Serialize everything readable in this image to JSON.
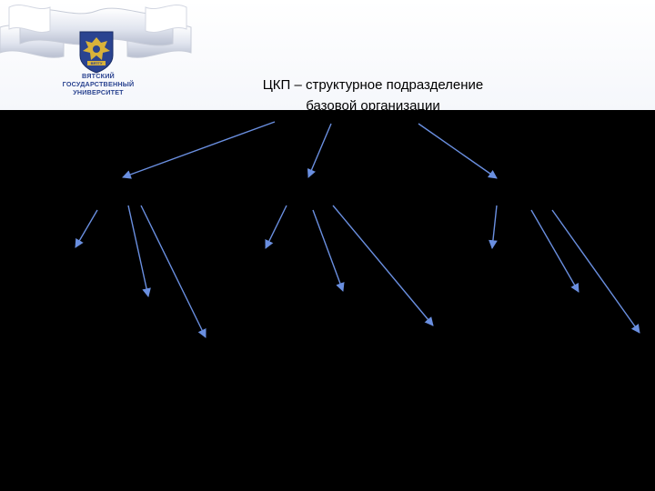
{
  "header": {
    "university_name_lines": [
      "ВЯТСКИЙ",
      "ГОСУДАРСТВЕННЫЙ",
      "УНИВЕРСИТЕТ"
    ],
    "emblem_text": "ВЯТГУ"
  },
  "title": {
    "line1": "ЦКП – структурное подразделение",
    "line2": "базовой организации"
  },
  "colors": {
    "background": "#000000",
    "header_background": "#ffffff",
    "arrow": "#6a8fe0",
    "brand_blue": "#2a4390",
    "brand_gold": "#d9b23a"
  },
  "icons": {
    "logo": "university-emblem-icon",
    "ribbon": "ribbon-decoration"
  }
}
